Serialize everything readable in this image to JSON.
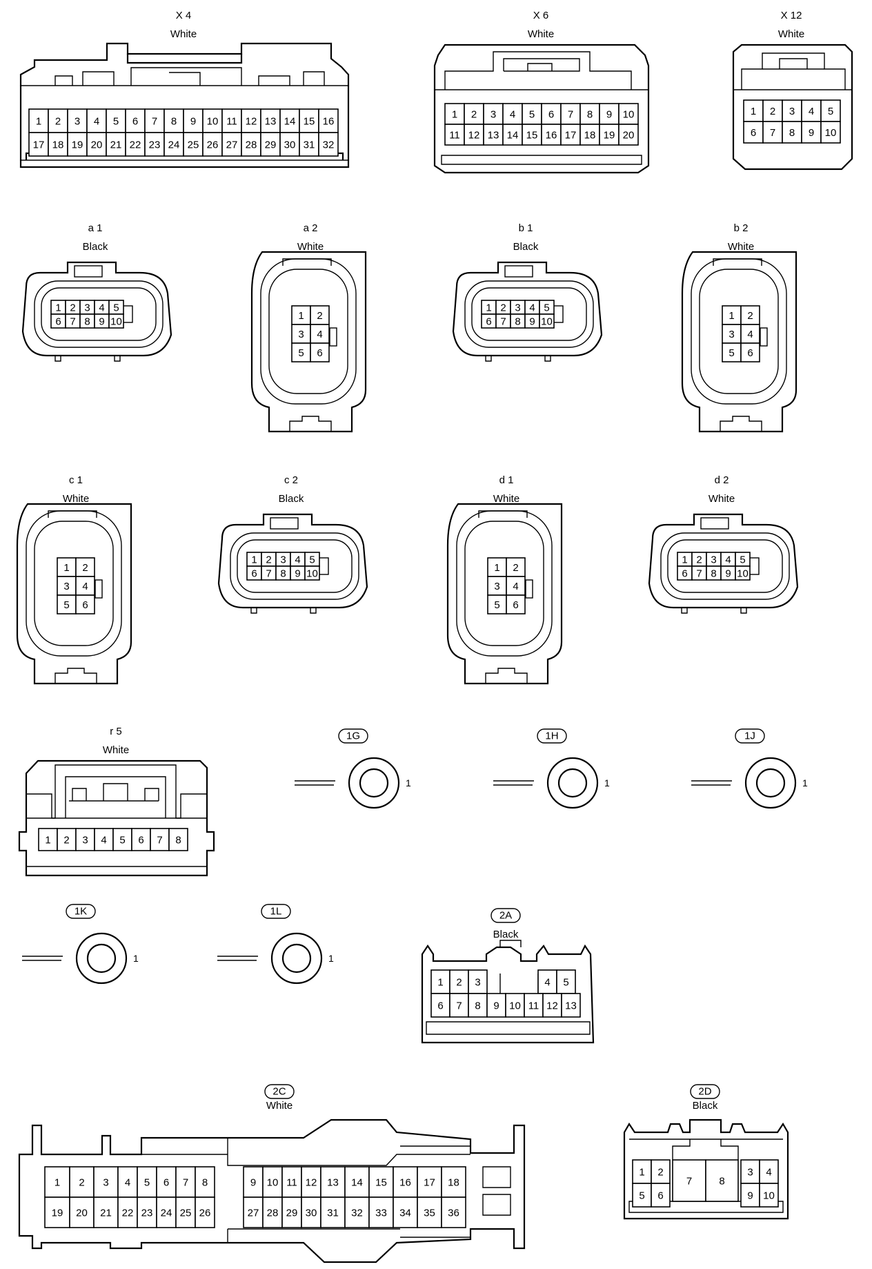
{
  "connectors": [
    {
      "id": "X 4",
      "color": "White",
      "kind": "wide",
      "rows": [
        [
          "1",
          "2",
          "3",
          "4",
          "5",
          "6",
          "7",
          "8",
          "9",
          "10",
          "11",
          "12",
          "13",
          "14",
          "15",
          "16"
        ],
        [
          "17",
          "18",
          "19",
          "20",
          "21",
          "22",
          "23",
          "24",
          "25",
          "26",
          "27",
          "28",
          "29",
          "30",
          "31",
          "32"
        ]
      ]
    },
    {
      "id": "X 6",
      "color": "White",
      "kind": "wide",
      "rows": [
        [
          "1",
          "2",
          "3",
          "4",
          "5",
          "6",
          "7",
          "8",
          "9",
          "10"
        ],
        [
          "11",
          "12",
          "13",
          "14",
          "15",
          "16",
          "17",
          "18",
          "19",
          "20"
        ]
      ]
    },
    {
      "id": "X 12",
      "color": "White",
      "kind": "box",
      "rows": [
        [
          "1",
          "2",
          "3",
          "4",
          "5"
        ],
        [
          "6",
          "7",
          "8",
          "9",
          "10"
        ]
      ]
    },
    {
      "id": "a 1",
      "color": "Black",
      "kind": "oval-h",
      "rows": [
        [
          "1",
          "2",
          "3",
          "4",
          "5"
        ],
        [
          "6",
          "7",
          "8",
          "9",
          "10"
        ]
      ]
    },
    {
      "id": "a 2",
      "color": "White",
      "kind": "oval-v",
      "rows": [
        [
          "1",
          "2"
        ],
        [
          "3",
          "4"
        ],
        [
          "5",
          "6"
        ]
      ]
    },
    {
      "id": "b 1",
      "color": "Black",
      "kind": "oval-h",
      "rows": [
        [
          "1",
          "2",
          "3",
          "4",
          "5"
        ],
        [
          "6",
          "7",
          "8",
          "9",
          "10"
        ]
      ]
    },
    {
      "id": "b 2",
      "color": "White",
      "kind": "oval-v",
      "rows": [
        [
          "1",
          "2"
        ],
        [
          "3",
          "4"
        ],
        [
          "5",
          "6"
        ]
      ]
    },
    {
      "id": "c 1",
      "color": "White",
      "kind": "oval-v",
      "rows": [
        [
          "1",
          "2"
        ],
        [
          "3",
          "4"
        ],
        [
          "5",
          "6"
        ]
      ]
    },
    {
      "id": "c 2",
      "color": "Black",
      "kind": "oval-h",
      "rows": [
        [
          "1",
          "2",
          "3",
          "4",
          "5"
        ],
        [
          "6",
          "7",
          "8",
          "9",
          "10"
        ]
      ]
    },
    {
      "id": "d 1",
      "color": "White",
      "kind": "oval-v",
      "rows": [
        [
          "1",
          "2"
        ],
        [
          "3",
          "4"
        ],
        [
          "5",
          "6"
        ]
      ]
    },
    {
      "id": "d 2",
      "color": "White",
      "kind": "oval-h",
      "rows": [
        [
          "1",
          "2",
          "3",
          "4",
          "5"
        ],
        [
          "6",
          "7",
          "8",
          "9",
          "10"
        ]
      ]
    },
    {
      "id": "r 5",
      "color": "White",
      "kind": "row",
      "rows": [
        [
          "1",
          "2",
          "3",
          "4",
          "5",
          "6",
          "7",
          "8"
        ]
      ]
    },
    {
      "id": "1G",
      "color": "",
      "kind": "terminal",
      "pin": "1"
    },
    {
      "id": "1H",
      "color": "",
      "kind": "terminal",
      "pin": "1"
    },
    {
      "id": "1J",
      "color": "",
      "kind": "terminal",
      "pin": "1"
    },
    {
      "id": "1K",
      "color": "",
      "kind": "terminal",
      "pin": "1"
    },
    {
      "id": "1L",
      "color": "",
      "kind": "terminal",
      "pin": "1"
    },
    {
      "id": "2A",
      "color": "Black",
      "kind": "split",
      "rows": [
        [
          "1",
          "2",
          "3",
          "",
          "4",
          "5"
        ],
        [
          "6",
          "7",
          "8",
          "9",
          "10",
          "11",
          "12",
          "13"
        ]
      ]
    },
    {
      "id": "2C",
      "color": "White",
      "kind": "long",
      "rows": [
        [
          "1",
          "2",
          "3",
          "4",
          "5",
          "6",
          "7",
          "8",
          "9",
          "10",
          "11",
          "12",
          "13",
          "14",
          "15",
          "16",
          "17",
          "18"
        ],
        [
          "19",
          "20",
          "21",
          "22",
          "23",
          "24",
          "25",
          "26",
          "27",
          "28",
          "29",
          "30",
          "31",
          "32",
          "33",
          "34",
          "35",
          "36"
        ]
      ]
    },
    {
      "id": "2D",
      "color": "Black",
      "kind": "split",
      "rows": [
        [
          "1",
          "2",
          "7",
          "8",
          "3",
          "4"
        ],
        [
          "5",
          "6",
          "9",
          "10"
        ]
      ]
    }
  ]
}
